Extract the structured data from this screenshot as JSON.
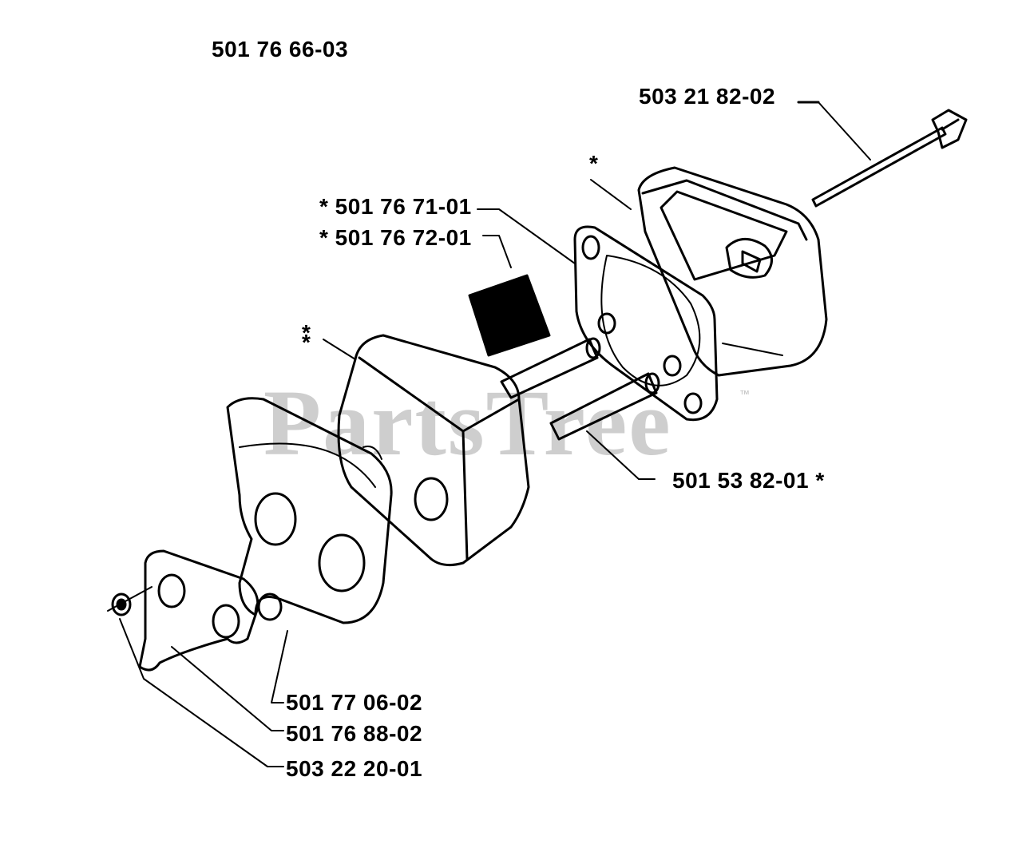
{
  "diagram": {
    "assembly_part": "501 76 66-03",
    "watermark": "PartsTree",
    "watermark_mark": "™",
    "parts": {
      "screw": "503 21 82-02",
      "cover": "*",
      "gasket_1": "*  501 76 71-01",
      "gasket_2": "*  501 76 72-01",
      "muffler_body": "*",
      "muffler_body_2": "*",
      "spacer_tube": "501 53 82-01  *",
      "heat_shield": "501 77 06-02",
      "plate": "501 76 88-02",
      "nut": "503 22 20-01"
    },
    "colors": {
      "ink": "#000000",
      "paper": "#ffffff",
      "watermark": "#c6c6c6"
    }
  }
}
